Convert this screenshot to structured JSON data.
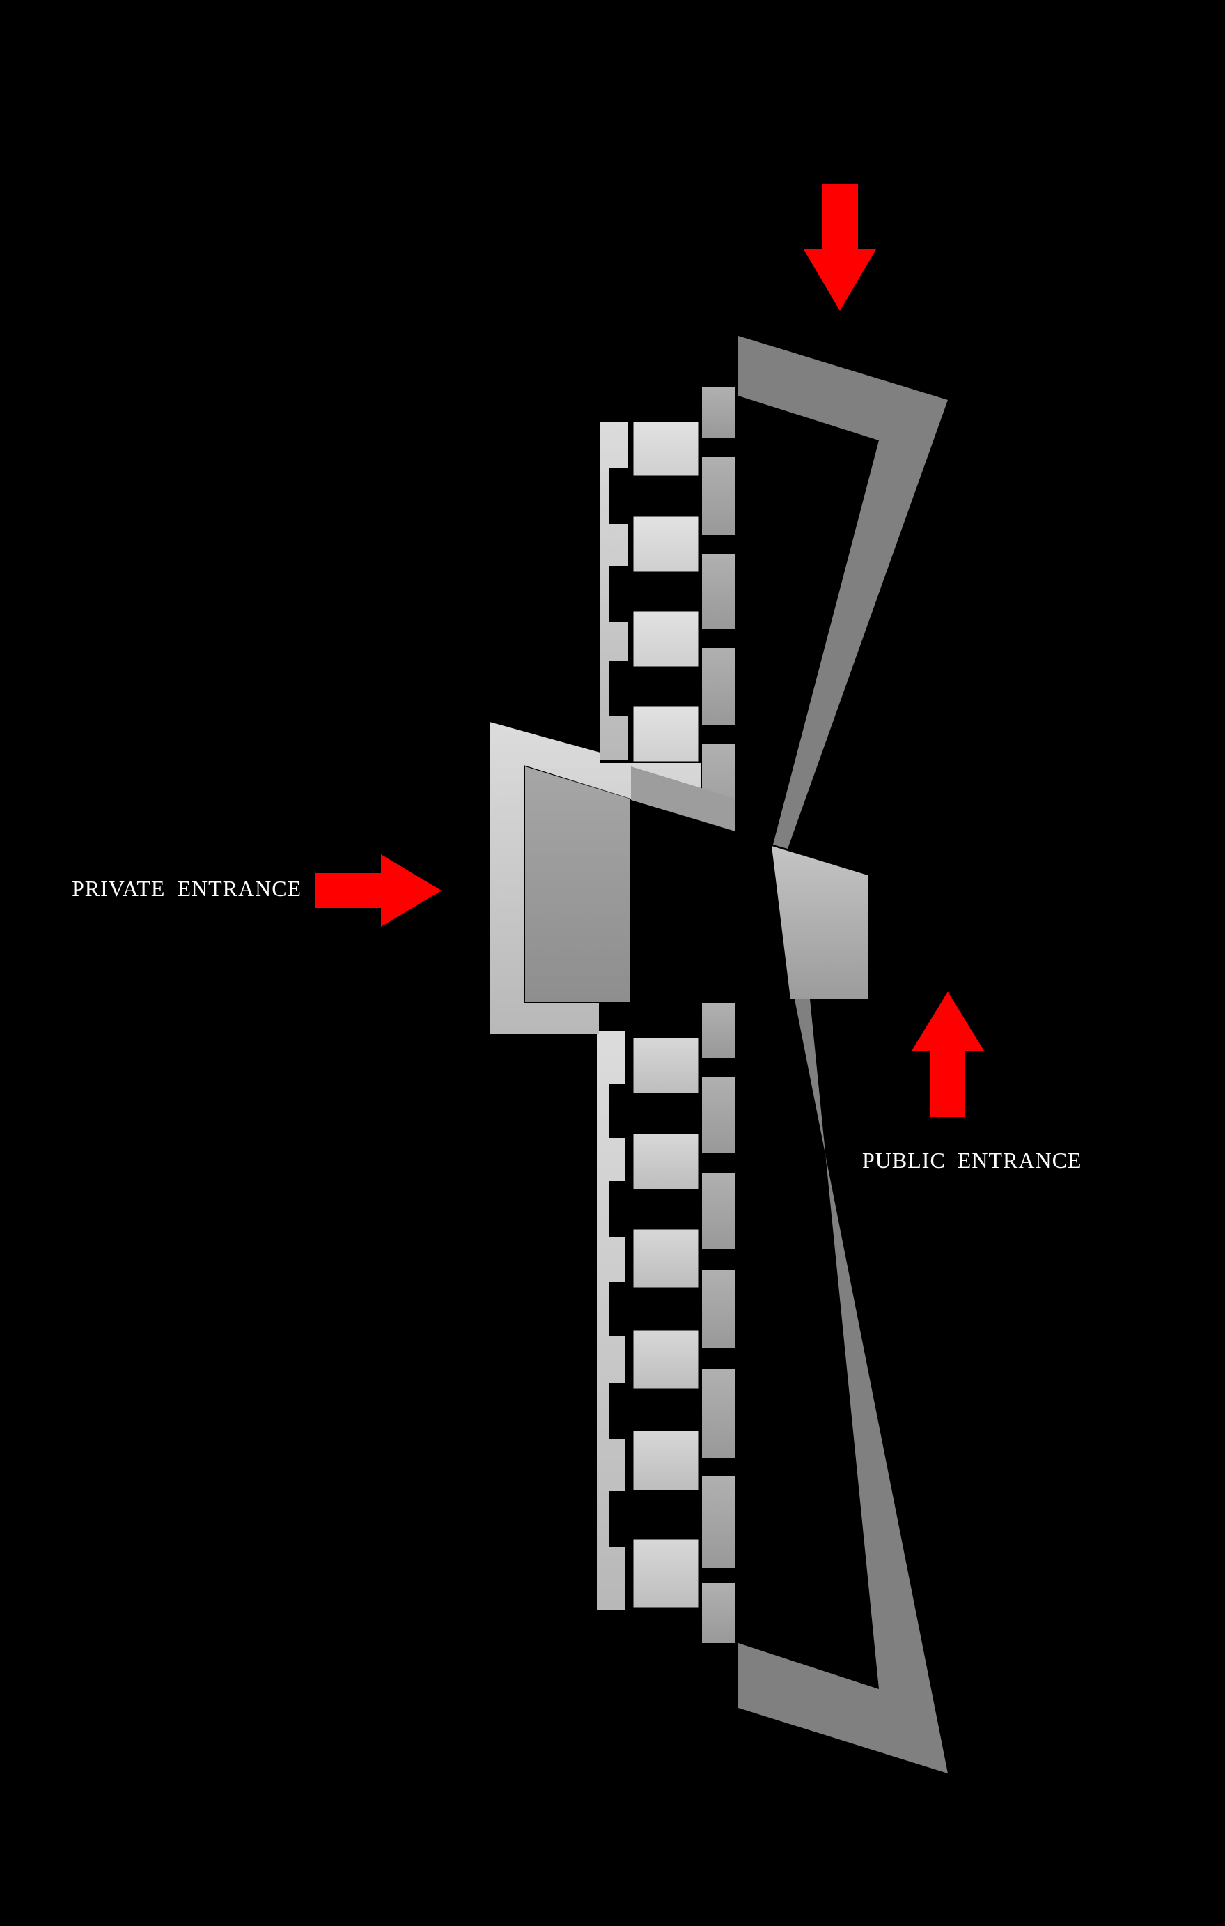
{
  "diagram": {
    "background_color": "#000000",
    "arrow_color": "#ff0000",
    "label_color": "#ffffff",
    "labels": {
      "private_entrance": "PRIVATE ENTRANCE",
      "public_entrance": "PUBLIC ENTRANCE"
    },
    "arrows": [
      {
        "name": "top-entrance-arrow",
        "direction": "down"
      },
      {
        "name": "private-entrance-arrow",
        "direction": "right"
      },
      {
        "name": "public-entrance-arrow",
        "direction": "up"
      }
    ],
    "tones": {
      "outer_wing": "#808080",
      "inner_strip": "#a8a8a8",
      "back_corridor": "#cfcfcf",
      "rooms": "#d6d6d6",
      "entry_block": "#b5b5b5"
    }
  }
}
